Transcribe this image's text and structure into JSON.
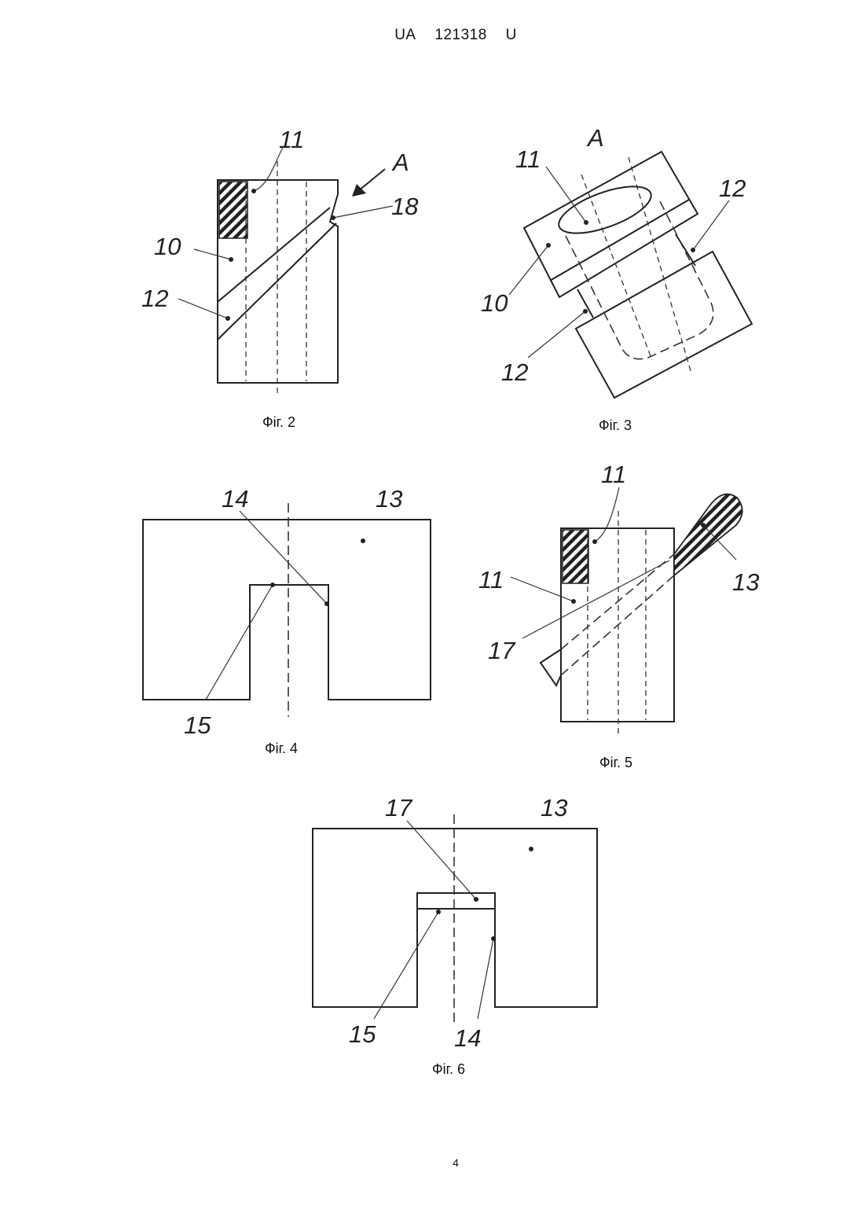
{
  "header": {
    "office": "UA",
    "number": "121318",
    "kind": "U"
  },
  "page_number": "4",
  "figures": {
    "fig2": {
      "caption": "Фіг. 2",
      "labels": {
        "l11": "11",
        "lA": "A",
        "l18": "18",
        "l10": "10",
        "l12": "12"
      }
    },
    "fig3": {
      "caption": "Фіг. 3",
      "labels": {
        "lA": "A",
        "l11": "11",
        "l12a": "12",
        "l10": "10",
        "l12b": "12"
      }
    },
    "fig4": {
      "caption": "Фіг. 4",
      "labels": {
        "l14": "14",
        "l13": "13",
        "l15": "15"
      }
    },
    "fig5": {
      "caption": "Фіг. 5",
      "labels": {
        "l11a": "11",
        "l11b": "11",
        "l13": "13",
        "l17": "17"
      }
    },
    "fig6": {
      "caption": "Фіг. 6",
      "labels": {
        "l17": "17",
        "l13": "13",
        "l15": "15",
        "l14": "14"
      }
    }
  }
}
